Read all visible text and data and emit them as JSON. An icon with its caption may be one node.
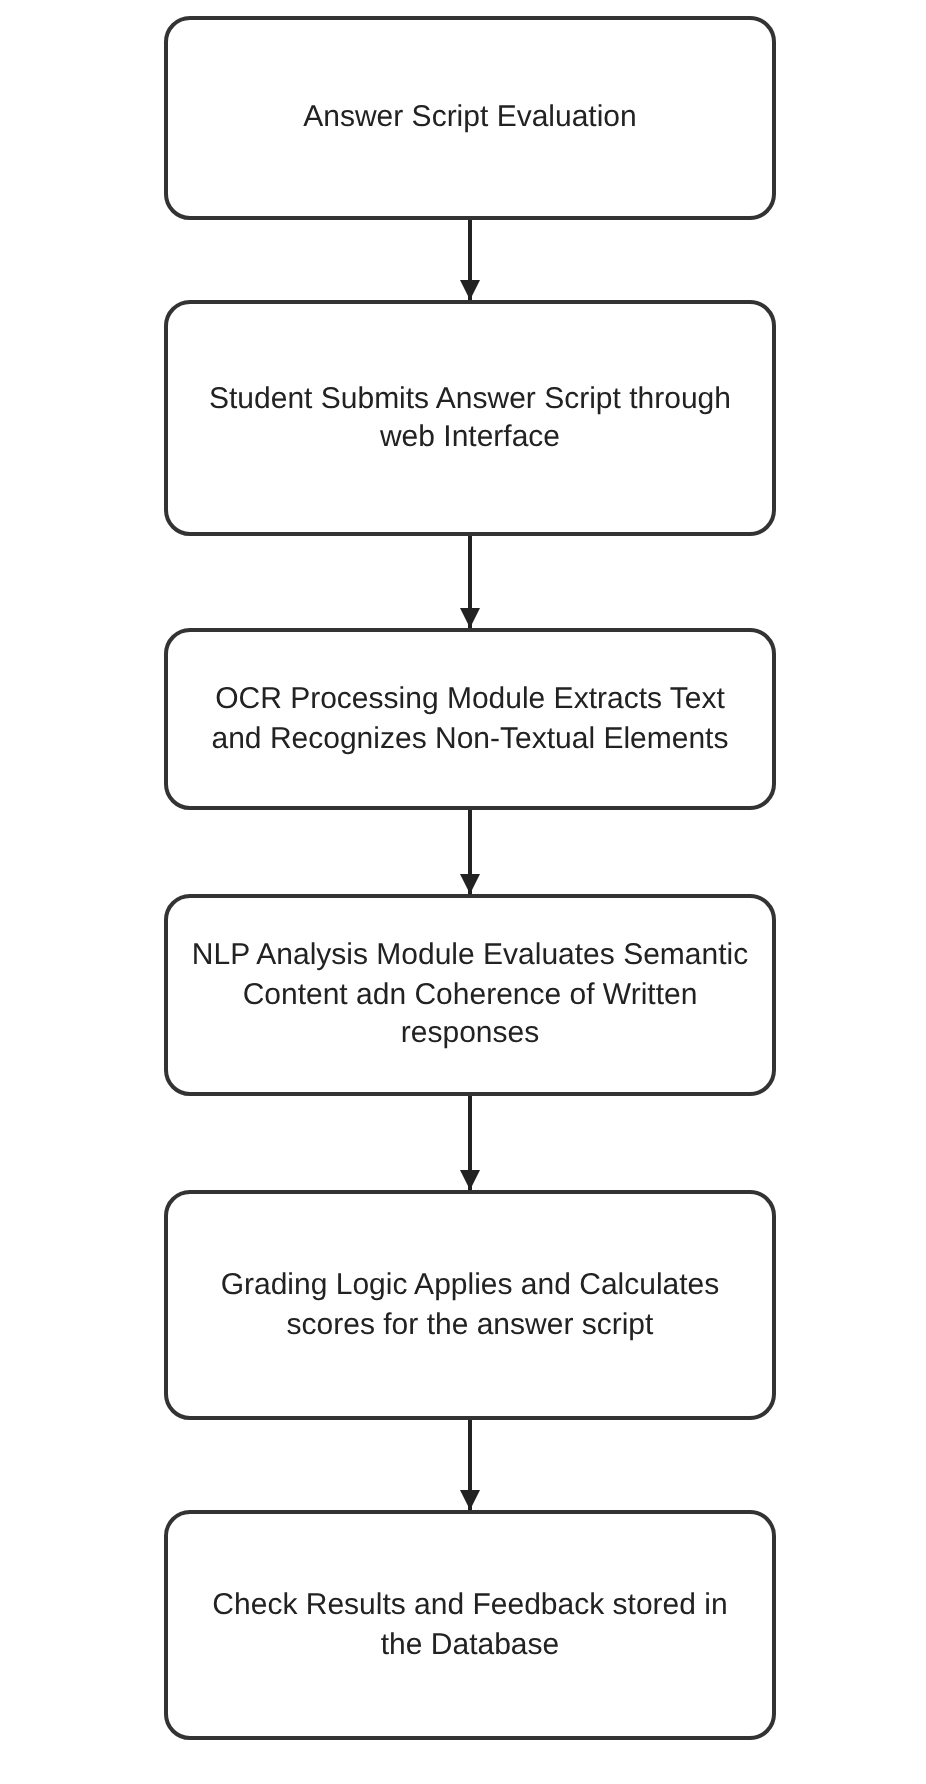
{
  "diagram": {
    "nodes": [
      {
        "text": [
          "Answer Script Evaluation"
        ]
      },
      {
        "text": [
          "Student Submits Answer Script through web Interface"
        ]
      },
      {
        "text": [
          "OCR Processing Module Extracts Text and Recognizes Non-Textual Elements"
        ]
      },
      {
        "text": [
          "NLP Analysis Module Evaluates Semantic Content adn Coherence of Written responses"
        ]
      },
      {
        "text": [
          "Grading Logic Applies and Calculates scores for the answer script"
        ]
      },
      {
        "text": [
          "Check Results and Feedback stored in the Database"
        ]
      }
    ],
    "edges": [
      {
        "from": 0,
        "to": 1,
        "arrow": "to"
      },
      {
        "from": 1,
        "to": 2,
        "arrow": "to"
      },
      {
        "from": 2,
        "to": 3,
        "arrow": "to"
      },
      {
        "from": 3,
        "to": 4,
        "arrow": "to"
      },
      {
        "from": 4,
        "to": 5,
        "arrow": "to"
      }
    ]
  }
}
